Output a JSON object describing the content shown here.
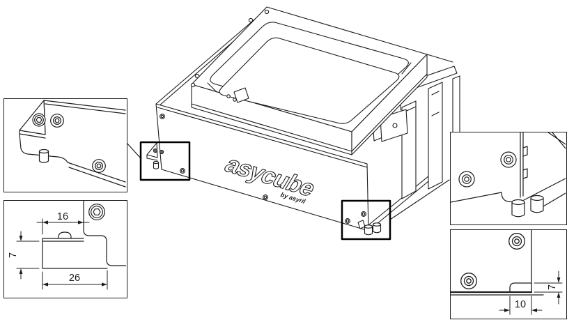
{
  "device": {
    "logo": "asycube",
    "logo_tagline": "by asyril"
  },
  "detail_dimensions": {
    "bottom_left_view": {
      "top_width": "16",
      "left_height": "7",
      "bottom_width": "26"
    },
    "bottom_right_view": {
      "bottom_width": "10",
      "right_height": "7"
    }
  },
  "colors": {
    "line": "#1c1c1c",
    "callout": "#000000",
    "background": "#ffffff"
  }
}
